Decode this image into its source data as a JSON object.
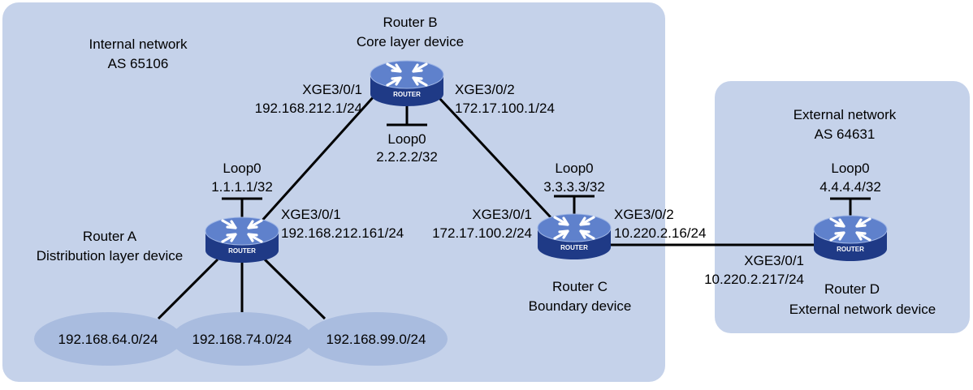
{
  "colors": {
    "region_fill": "#c5d2ea",
    "subnet_fill": "#a9bcdf",
    "link": "#000000",
    "router_top": "#5f81cc",
    "router_side": "#1f3a86"
  },
  "icons": {
    "router": "router-icon"
  },
  "internal": {
    "name": "Internal network",
    "as": "AS 65106"
  },
  "external": {
    "name": "External network",
    "as": "AS 64631"
  },
  "routers": {
    "a": {
      "tag": "ROUTER",
      "name": "Router A",
      "role": "Distribution layer device",
      "loop_name": "Loop0",
      "loop_ip": "1.1.1.1/32"
    },
    "b": {
      "tag": "ROUTER",
      "name": "Router B",
      "role": "Core layer device",
      "loop_name": "Loop0",
      "loop_ip": "2.2.2.2/32"
    },
    "c": {
      "tag": "ROUTER",
      "name": "Router C",
      "role": "Boundary device",
      "loop_name": "Loop0",
      "loop_ip": "3.3.3.3/32"
    },
    "d": {
      "tag": "ROUTER",
      "name": "Router D",
      "role": "External network device",
      "loop_name": "Loop0",
      "loop_ip": "4.4.4.4/32"
    }
  },
  "interfaces": {
    "b_to_a": {
      "port": "XGE3/0/1",
      "ip": "192.168.212.1/24"
    },
    "b_to_c": {
      "port": "XGE3/0/2",
      "ip": "172.17.100.1/24"
    },
    "a_to_b": {
      "port": "XGE3/0/1",
      "ip": "192.168.212.161/24"
    },
    "c_to_b": {
      "port": "XGE3/0/1",
      "ip": "172.17.100.2/24"
    },
    "c_to_d": {
      "port": "XGE3/0/2",
      "ip": "10.220.2.16/24"
    },
    "d_to_c": {
      "port": "XGE3/0/1",
      "ip": "10.220.2.217/24"
    }
  },
  "subnets": [
    "192.168.64.0/24",
    "192.168.74.0/24",
    "192.168.99.0/24"
  ]
}
